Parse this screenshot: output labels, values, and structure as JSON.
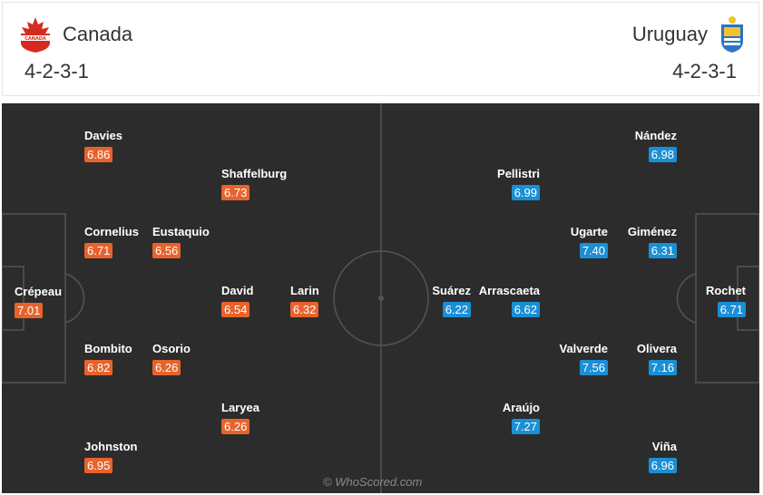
{
  "header": {
    "home": {
      "name": "Canada",
      "formation": "4-2-3-1",
      "crest_icon": "canada-crest-icon",
      "crest_color": "#d52b1e"
    },
    "away": {
      "name": "Uruguay",
      "formation": "4-2-3-1",
      "crest_icon": "uruguay-crest-icon",
      "crest_color": "#2a74c4"
    }
  },
  "colors": {
    "pitch": "#2c2c2c",
    "lines": "#555555",
    "home_rating": "#e8632b",
    "away_rating": "#1a8fd6"
  },
  "home_players": [
    {
      "name": "Davies",
      "rating": "6.86"
    },
    {
      "name": "Shaffelburg",
      "rating": "6.73"
    },
    {
      "name": "Cornelius",
      "rating": "6.71"
    },
    {
      "name": "Eustaquio",
      "rating": "6.56"
    },
    {
      "name": "Crépeau",
      "rating": "7.01"
    },
    {
      "name": "David",
      "rating": "6.54"
    },
    {
      "name": "Larin",
      "rating": "6.32"
    },
    {
      "name": "Bombito",
      "rating": "6.82"
    },
    {
      "name": "Osorio",
      "rating": "6.26"
    },
    {
      "name": "Laryea",
      "rating": "6.26"
    },
    {
      "name": "Johnston",
      "rating": "6.95"
    }
  ],
  "away_players": [
    {
      "name": "Nández",
      "rating": "6.98"
    },
    {
      "name": "Pellistri",
      "rating": "6.99"
    },
    {
      "name": "Ugarte",
      "rating": "7.40"
    },
    {
      "name": "Giménez",
      "rating": "6.31"
    },
    {
      "name": "Suárez",
      "rating": "6.22"
    },
    {
      "name": "Arrascaeta",
      "rating": "6.62"
    },
    {
      "name": "Rochet",
      "rating": "6.71"
    },
    {
      "name": "Valverde",
      "rating": "7.56"
    },
    {
      "name": "Olivera",
      "rating": "7.16"
    },
    {
      "name": "Araújo",
      "rating": "7.27"
    },
    {
      "name": "Viña",
      "rating": "6.96"
    }
  ],
  "watermark": "© WhoScored.com"
}
